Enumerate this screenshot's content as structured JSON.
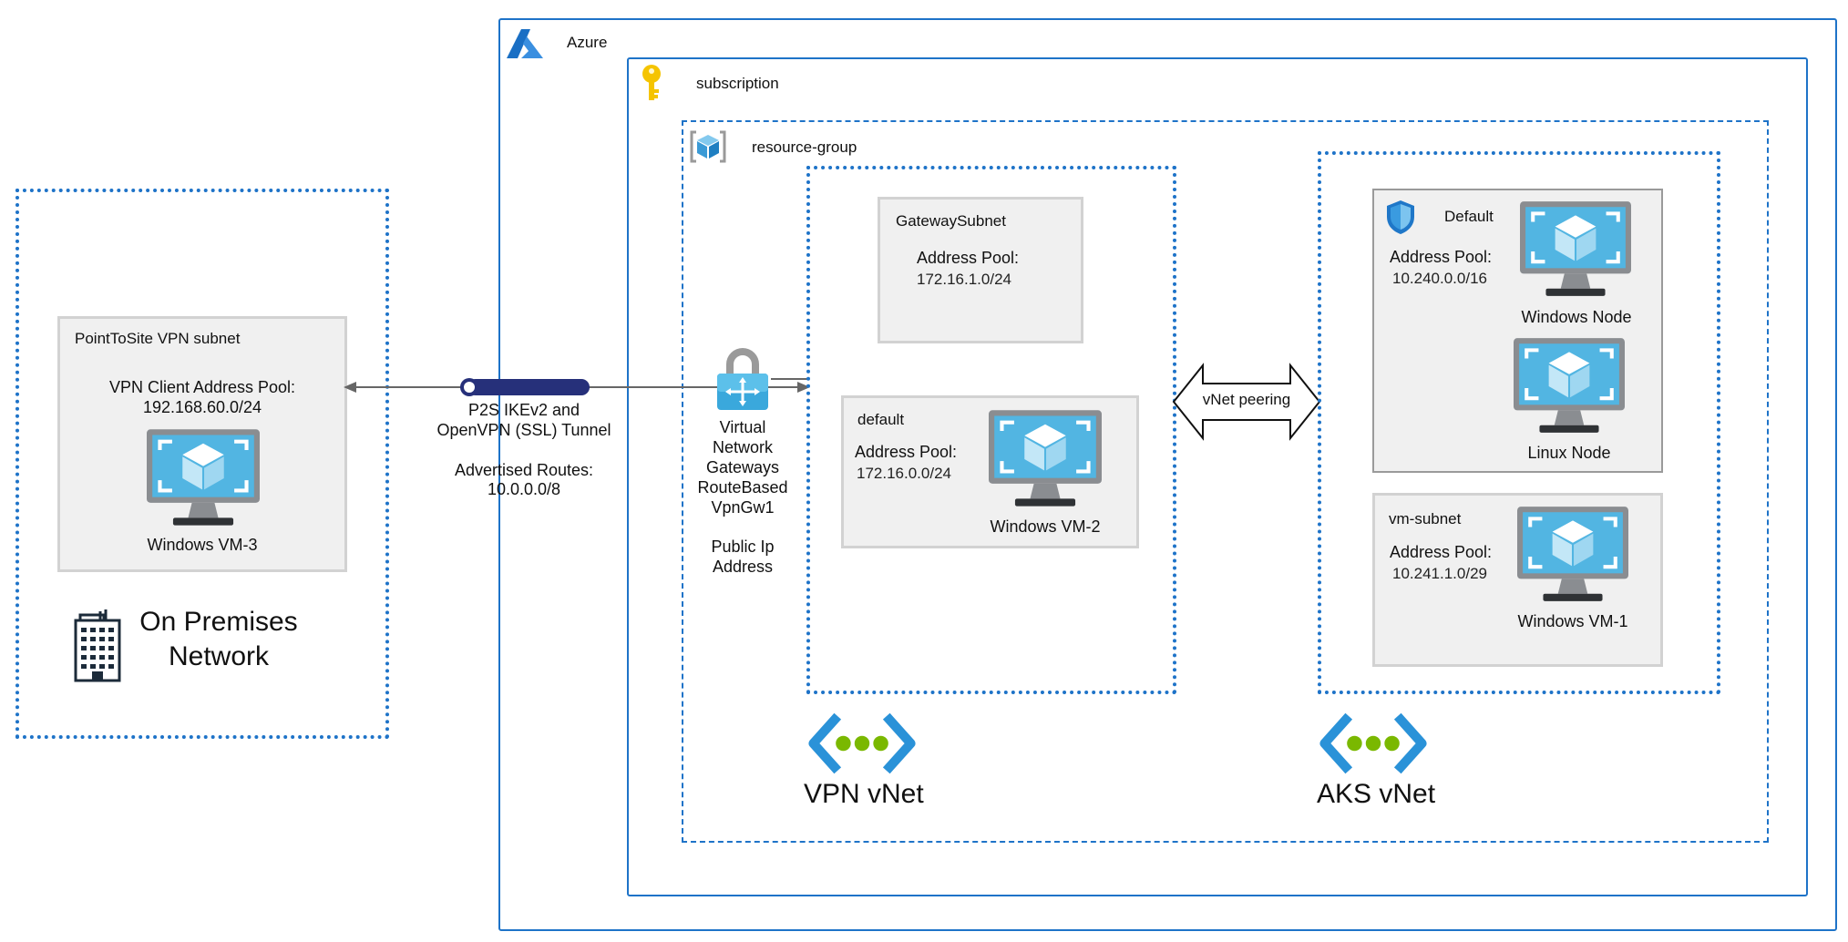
{
  "azure": {
    "title": "Azure",
    "icon": "azure-logo-icon"
  },
  "subscription": {
    "title": "subscription",
    "icon": "key-icon"
  },
  "resource_group": {
    "title": "resource-group",
    "icon": "resource-group-cube-icon"
  },
  "on_premises": {
    "title_line1": "On Premises",
    "title_line2": "Network",
    "icon": "office-building-icon",
    "subnet": {
      "title": "PointToSite VPN subnet",
      "pool_label": "VPN Client Address Pool:",
      "pool_value": "192.168.60.0/24",
      "vm_label": "Windows VM-3"
    }
  },
  "tunnel": {
    "line1": "P2S IKEv2 and",
    "line2": "OpenVPN (SSL) Tunnel",
    "routes_label": "Advertised Routes:",
    "routes_value": "10.0.0.0/8"
  },
  "gateway": {
    "icon": "virtual-network-gateway-lock-icon",
    "lines": [
      "Virtual",
      "Network",
      "Gateways",
      "RouteBased",
      "VpnGw1"
    ],
    "public_ip_line1": "Public Ip",
    "public_ip_line2": "Address"
  },
  "vpn_vnet": {
    "title": "VPN vNet",
    "icon": "vnet-icon",
    "gateway_subnet": {
      "title": "GatewaySubnet",
      "pool_label": "Address Pool:",
      "pool_value": "172.16.1.0/24"
    },
    "default_subnet": {
      "title": "default",
      "pool_label": "Address Pool:",
      "pool_value": "172.16.0.0/24",
      "vm_label": "Windows VM-2"
    }
  },
  "peering": {
    "label": "vNet peering"
  },
  "aks_vnet": {
    "title": "AKS vNet",
    "icon": "vnet-icon",
    "default_subnet": {
      "title": "Default",
      "icon": "network-security-shield-icon",
      "pool_label": "Address Pool:",
      "pool_value": "10.240.0.0/16",
      "node1_label": "Windows Node",
      "node2_label": "Linux Node"
    },
    "vm_subnet": {
      "title": "vm-subnet",
      "pool_label": "Address Pool:",
      "pool_value": "10.241.1.0/29",
      "vm_label": "Windows VM-1"
    }
  },
  "colors": {
    "border_blue": "#1e73c8",
    "tunnel_navy": "#26307a",
    "vm_blue": "#4fb3e0",
    "vnet_green": "#7ab800",
    "subnet_fill": "#f0f0f0"
  }
}
